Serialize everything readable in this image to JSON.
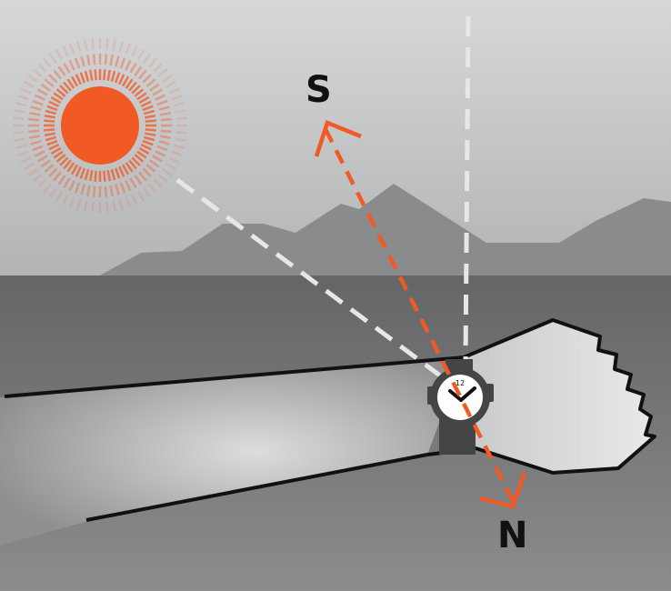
{
  "labels": {
    "south": "S",
    "north": "N",
    "watch_twelve": "12"
  },
  "colors": {
    "sun": "#f15a24",
    "direction_line": "#f15a24",
    "guide_line": "#e6e7e8",
    "outline": "#111111"
  }
}
